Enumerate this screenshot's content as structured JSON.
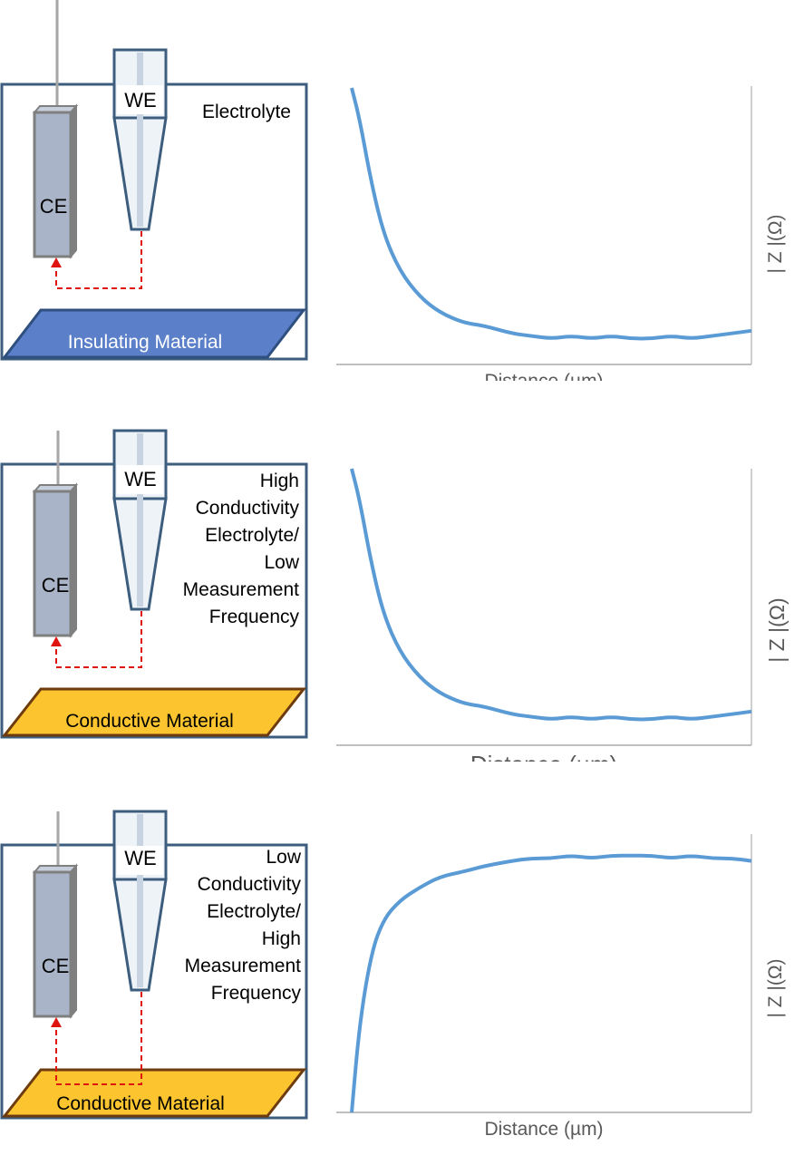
{
  "colors": {
    "box_border": "#3d5d7e",
    "ce_fill": "#a9b4c8",
    "ce_side": "#7f7f7f",
    "we_fill": "#eef3f8",
    "we_core": "#c7d3e0",
    "arrow": "#e0140f",
    "insulating_fill": "#5b7fc9",
    "insulating_edge": "#2f4f7f",
    "conductive_fill": "#fcc530",
    "conductive_edge": "#6e3b0f",
    "curve": "#5b9bd5",
    "axis": "#bfbfbf",
    "axis_label": "#595959"
  },
  "panels": [
    {
      "ce_label": "CE",
      "we_label": "WE",
      "electrolyte_lines": [
        "Electrolyte"
      ],
      "material_label": "Insulating Material",
      "material_type": "insulating",
      "arrow_to_material": false,
      "xlabel": "Distance (µm)",
      "ylabel": "| Z |(Ω)"
    },
    {
      "ce_label": "CE",
      "we_label": "WE",
      "electrolyte_lines": [
        "High",
        "Conductivity",
        "Electrolyte/",
        "Low",
        "Measurement",
        "Frequency"
      ],
      "material_label": "Conductive Material",
      "material_type": "conductive",
      "arrow_to_material": false,
      "xlabel": "Distance (µm)",
      "ylabel": "| Z |(Ω)"
    },
    {
      "ce_label": "CE",
      "we_label": "WE",
      "electrolyte_lines": [
        "Low",
        "Conductivity",
        "Electrolyte/",
        "High",
        "Measurement",
        "Frequency"
      ],
      "material_label": "Conductive Material",
      "material_type": "conductive",
      "arrow_to_material": true,
      "xlabel": "Distance (µm)",
      "ylabel": "| Z |(Ω)"
    }
  ],
  "chart_data": [
    {
      "type": "line",
      "xlabel": "Distance (µm)",
      "ylabel": "| Z |(Ω)",
      "series": [
        {
          "x": [
            0,
            0.02,
            0.05,
            0.08,
            0.12,
            0.17,
            0.22,
            0.28,
            0.33,
            0.4,
            0.45,
            0.5,
            0.55,
            0.6,
            0.65,
            0.7,
            0.75,
            0.8,
            0.85,
            0.9,
            0.95,
            1.0
          ],
          "values": [
            1.0,
            0.88,
            0.63,
            0.44,
            0.3,
            0.2,
            0.14,
            0.1,
            0.09,
            0.06,
            0.05,
            0.04,
            0.05,
            0.04,
            0.05,
            0.04,
            0.04,
            0.05,
            0.04,
            0.05,
            0.06,
            0.07
          ]
        }
      ]
    },
    {
      "type": "line",
      "xlabel": "Distance (µm)",
      "ylabel": "| Z |(Ω)",
      "series": [
        {
          "x": [
            0,
            0.02,
            0.05,
            0.08,
            0.12,
            0.17,
            0.22,
            0.28,
            0.33,
            0.4,
            0.45,
            0.5,
            0.55,
            0.6,
            0.65,
            0.7,
            0.75,
            0.8,
            0.85,
            0.9,
            0.95,
            1.0
          ],
          "values": [
            1.0,
            0.88,
            0.63,
            0.44,
            0.3,
            0.2,
            0.14,
            0.1,
            0.09,
            0.06,
            0.05,
            0.04,
            0.05,
            0.04,
            0.05,
            0.04,
            0.04,
            0.05,
            0.04,
            0.05,
            0.06,
            0.07
          ]
        }
      ]
    },
    {
      "type": "line",
      "xlabel": "Distance (µm)",
      "ylabel": "| Z |(Ω)",
      "series": [
        {
          "x": [
            0,
            0.02,
            0.05,
            0.08,
            0.12,
            0.17,
            0.22,
            0.28,
            0.33,
            0.4,
            0.45,
            0.5,
            0.55,
            0.6,
            0.65,
            0.7,
            0.75,
            0.8,
            0.85,
            0.9,
            0.95,
            1.0
          ],
          "values": [
            0.0,
            0.34,
            0.61,
            0.73,
            0.8,
            0.85,
            0.89,
            0.91,
            0.93,
            0.95,
            0.96,
            0.96,
            0.97,
            0.96,
            0.97,
            0.97,
            0.97,
            0.96,
            0.97,
            0.96,
            0.96,
            0.95
          ]
        }
      ]
    }
  ]
}
